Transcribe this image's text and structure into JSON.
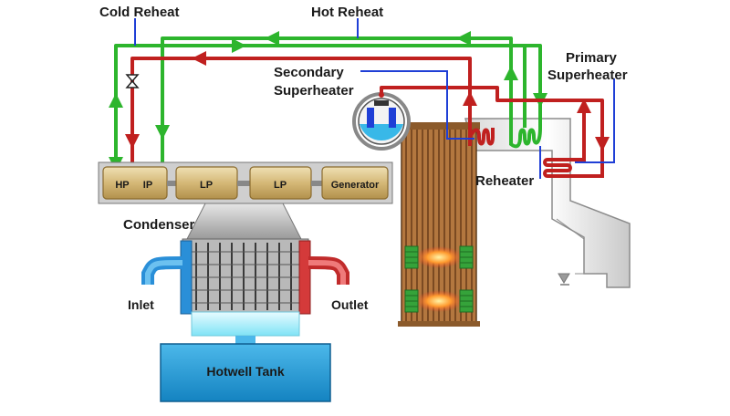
{
  "labels": {
    "cold_reheat": "Cold Reheat",
    "hot_reheat": "Hot Reheat",
    "secondary_superheater_1": "Secondary",
    "secondary_superheater_2": "Superheater",
    "primary_superheater_1": "Primary",
    "primary_superheater_2": "Superheater",
    "reheater": "Reheater",
    "condenser": "Condenser",
    "inlet": "Inlet",
    "outlet": "Outlet",
    "hotwell_tank": "Hotwell Tank"
  },
  "turbine": {
    "hp": "HP",
    "ip": "IP",
    "lp1": "LP",
    "lp2": "LP",
    "generator": "Generator"
  },
  "colors": {
    "cold_reheat_line": "#2db52d",
    "hot_reheat_line": "#2db52d",
    "main_steam_line": "#c0201f",
    "pointer_line": "#1f3fd6",
    "turbine_casing": "#d9bf82",
    "hotwell_tank": "#1e9ad6"
  }
}
